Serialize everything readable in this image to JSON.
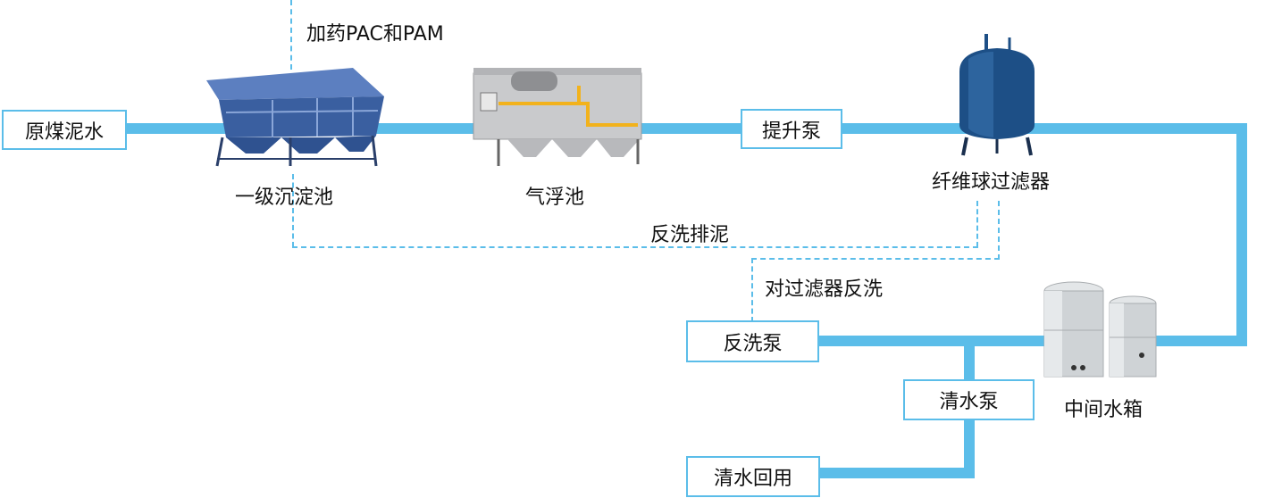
{
  "nodes": {
    "raw_water": "原煤泥水",
    "primary_settling": "一级沉淀池",
    "dosing": "加药PAC和PAM",
    "air_flotation": "气浮池",
    "lift_pump": "提升泵",
    "fiber_filter": "纤维球过滤器",
    "backwash_sludge": "反洗排泥",
    "filter_backwash": "对过滤器反洗",
    "backwash_pump": "反洗泵",
    "intermediate_tank": "中间水箱",
    "clean_pump": "清水泵",
    "reuse": "清水回用"
  },
  "colors": {
    "pipe": "#5bbde9",
    "settling_tank": "#3a5fa0",
    "flotation_tank": "#c9cacc",
    "filter_vessel": "#1d4f86",
    "water_tank": "#cfd3d6"
  },
  "icons": {
    "primary_settling": "inclined-plate-settler-icon",
    "air_flotation": "air-flotation-tank-icon",
    "fiber_filter": "pressure-filter-vessel-icon",
    "intermediate_tank": "steel-water-tanks-icon"
  }
}
